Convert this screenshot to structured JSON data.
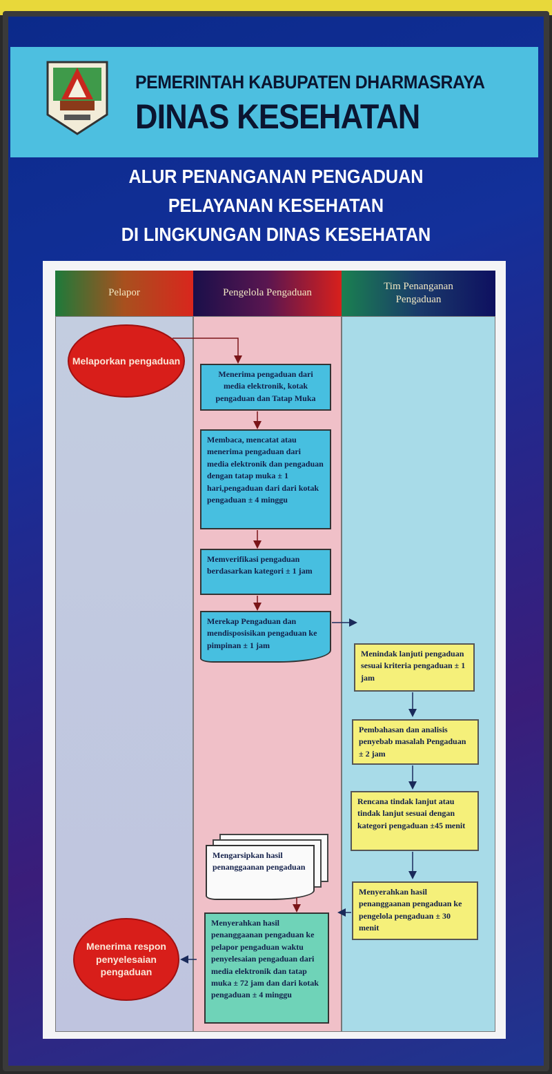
{
  "header": {
    "government": "PEMERINTAH KABUPATEN DHARMASRAYA",
    "agency": "DINAS KESEHATAN",
    "logo_icon": "dharmasraya-coat-of-arms"
  },
  "title_lines": [
    "ALUR PENANGANAN PENGADUAN",
    "PELAYANAN KESEHATAN",
    "DI LINGKUNGAN DINAS KESEHATAN"
  ],
  "columns": [
    {
      "label": "Pelapor"
    },
    {
      "label": "Pengelola Pengaduan"
    },
    {
      "label": "Tim Penanganan Pengaduan"
    }
  ],
  "steps": {
    "start": "Melaporkan pengaduan",
    "receive": "Menerima pengaduan dari media elektronik, kotak pengaduan dan Tatap Muka",
    "read": "Membaca, mencatat atau menerima pengaduan dari media elektronik dan pengaduan dengan tatap muka ± 1 hari,pengaduan dari dari kotak pengaduan ± 4 minggu",
    "verify": "Memverifikasi pengaduan berdasarkan kategori ± 1 jam",
    "recap": "Merekap Pengaduan dan mendisposisikan pengaduan ke pimpinan ± 1 jam",
    "followup": "Menindak lanjuti pengaduan sesuai kriteria pengaduan ± 1 jam",
    "analysis": "Pembahasan dan analisis penyebab masalah Pengaduan ± 2 jam",
    "plan": "Rencana tindak lanjut atau tindak lanjut sesuai dengan kategori pengaduan ±45 menit",
    "handover_team": "Menyerahkan hasil penanggaanan pengaduan ke pengelola pengaduan ± 30 menit",
    "archive": "Mengarsipkan hasil penanggaanan pengaduan",
    "handover_reporter": "Menyerahkan hasil penanggaanan pengaduan ke pelapor pengaduan waktu penyelesaian pengaduan dari media elektronik dan tatap muka ± 72 jam dan dari kotak pengaduan ± 4 minggu",
    "end": "Menerima respon penyelesaian pengaduan"
  }
}
